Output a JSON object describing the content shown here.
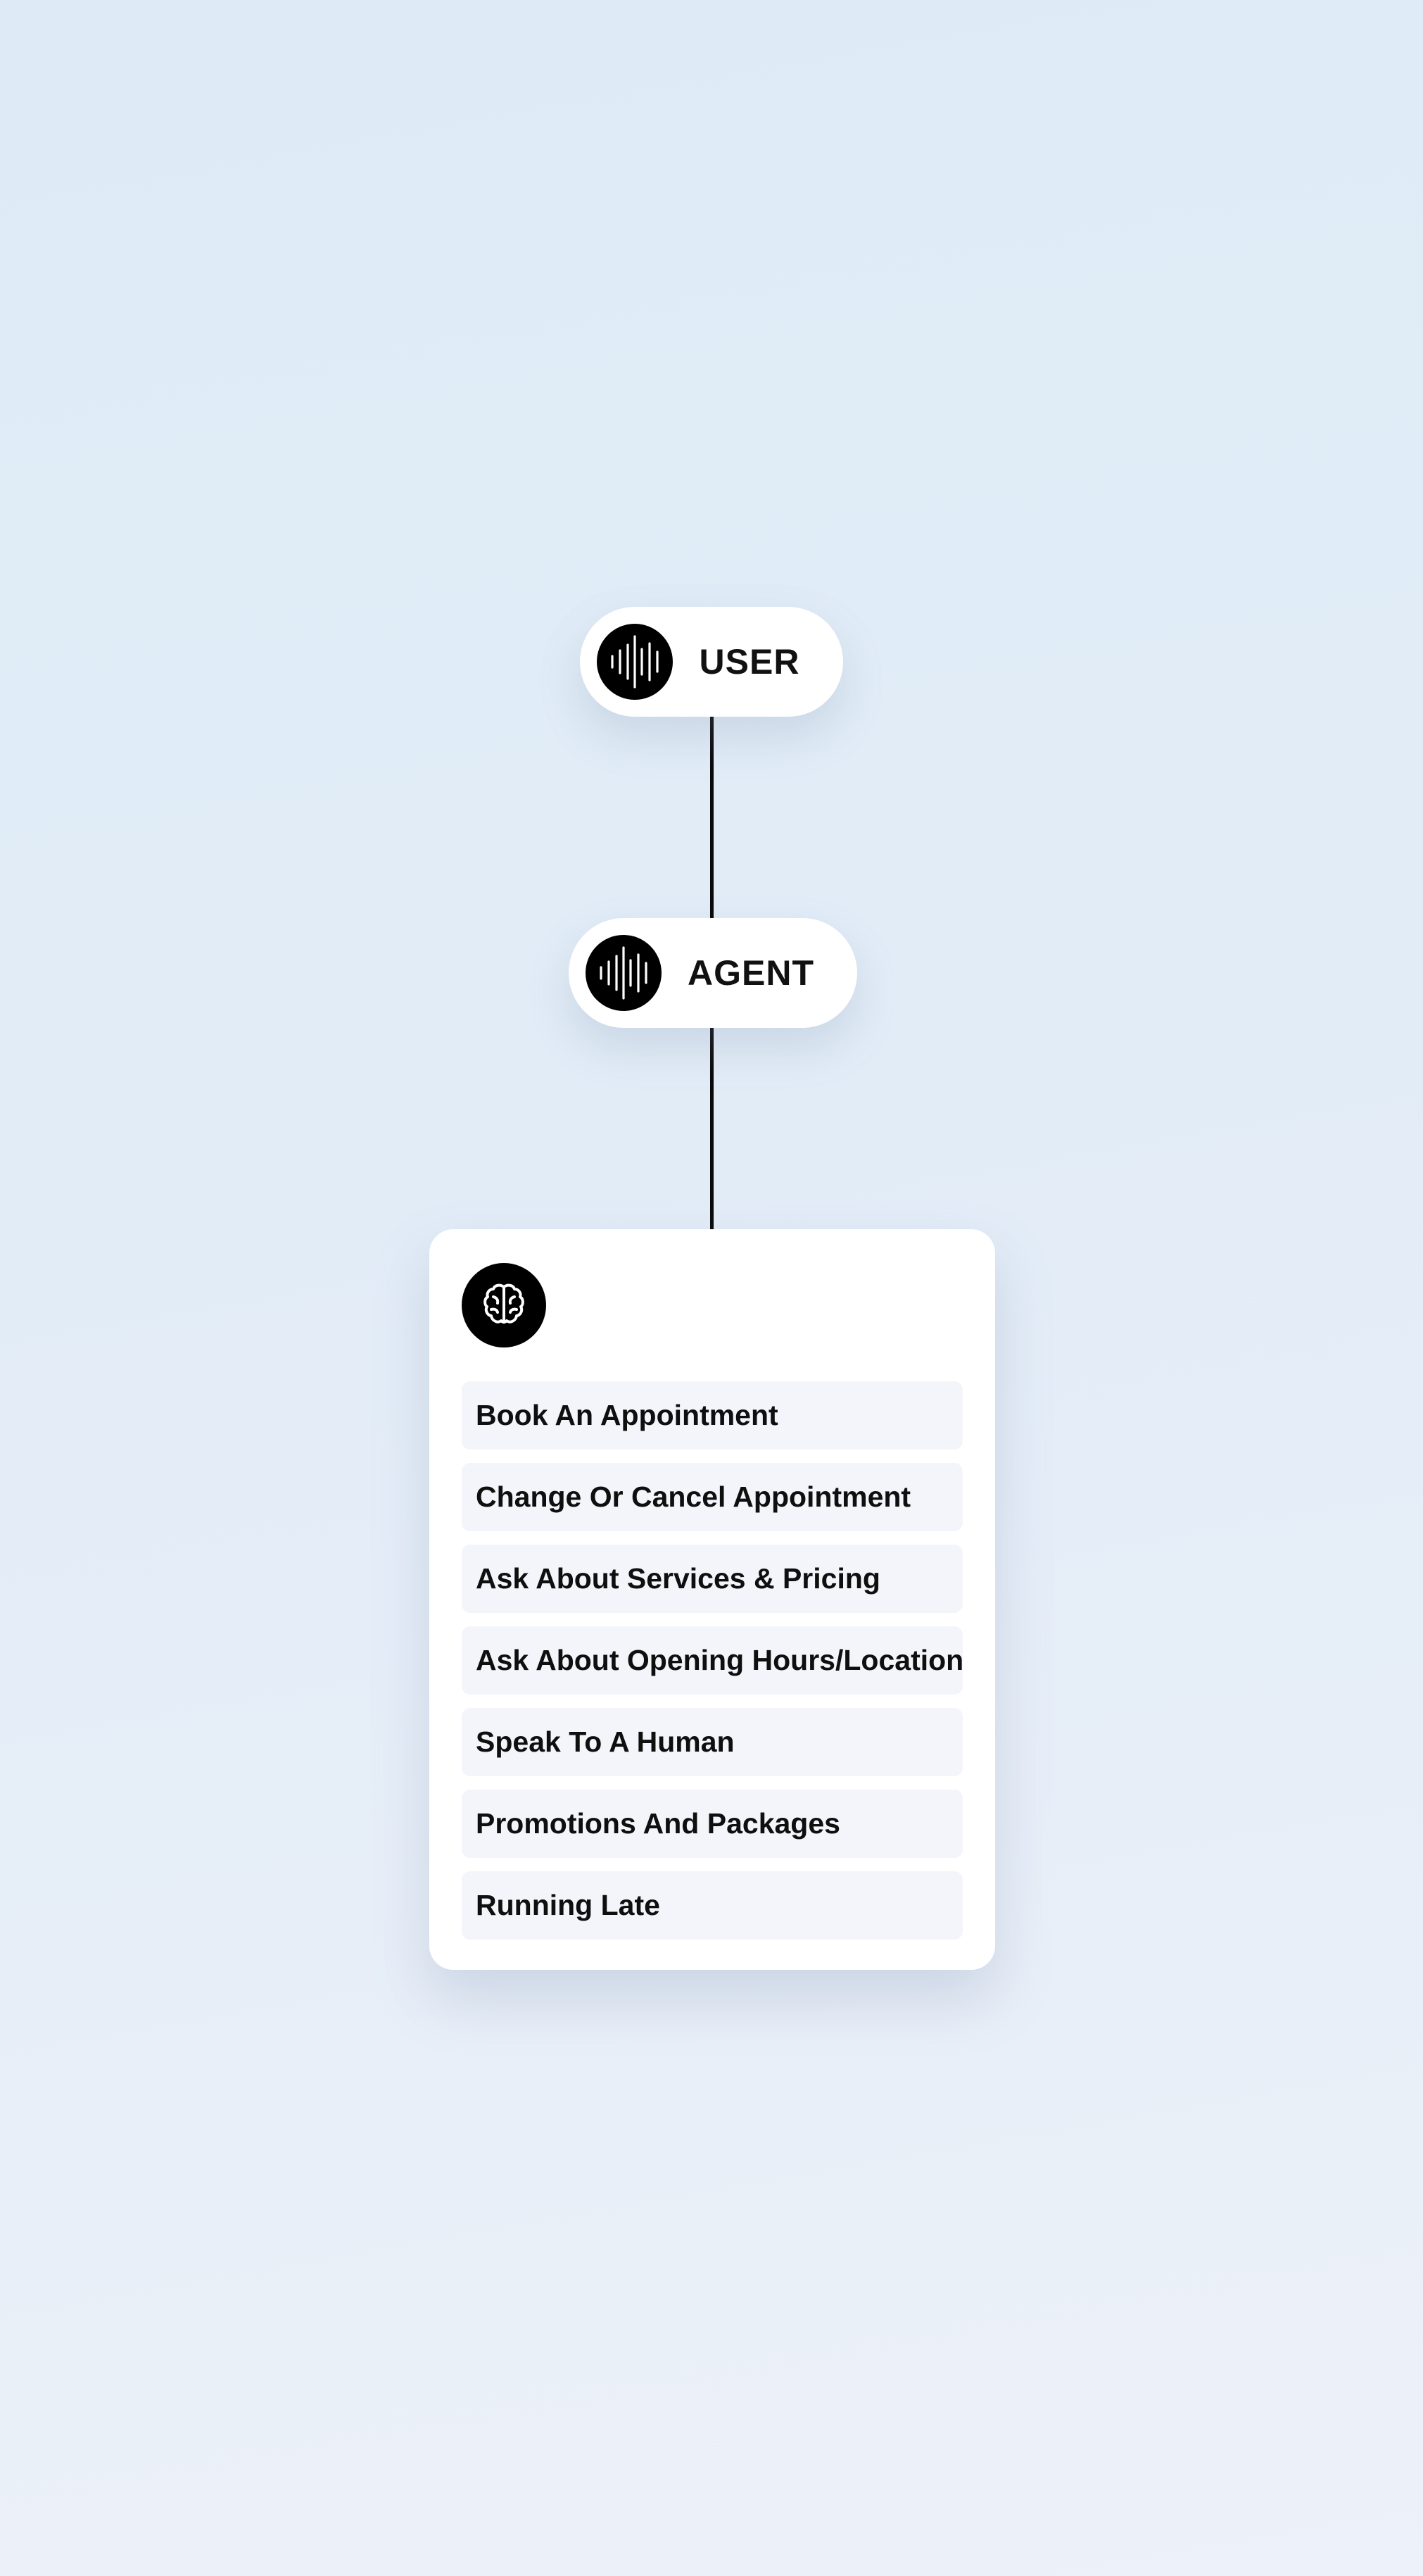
{
  "nodes": {
    "user": {
      "label": "USER",
      "icon": "waveform-icon"
    },
    "agent": {
      "label": "AGENT",
      "icon": "waveform-icon"
    }
  },
  "intent_card": {
    "icon": "brain-icon",
    "items": [
      {
        "label": "Book An Appointment"
      },
      {
        "label": "Change Or Cancel Appointment"
      },
      {
        "label": "Ask About Services & Pricing"
      },
      {
        "label": "Ask About Opening Hours/Location"
      },
      {
        "label": "Speak To A Human"
      },
      {
        "label": "Promotions And Packages"
      },
      {
        "label": "Running Late"
      }
    ]
  },
  "colors": {
    "background_top": "#deebf6",
    "background_bottom": "#edf1f9",
    "node_fill": "#ffffff",
    "icon_fill": "#000000",
    "item_fill": "#f3f5fa",
    "connector": "#0a0a0a"
  }
}
